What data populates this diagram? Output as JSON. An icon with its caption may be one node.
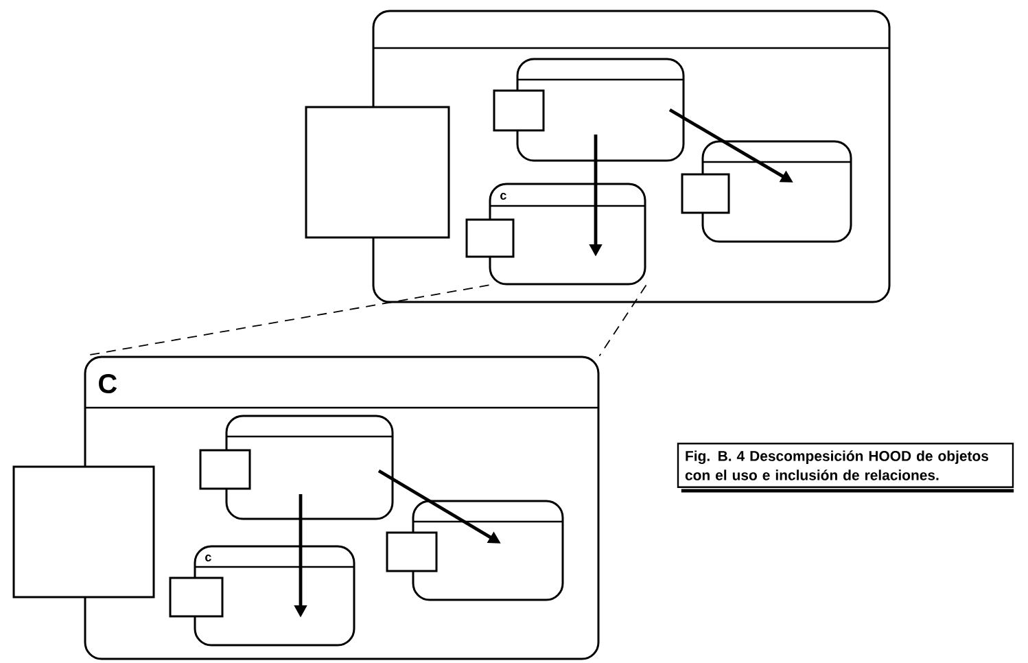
{
  "diagram": {
    "caption": "Fig. B. 4  Descompesición HOOD de objetos con el uso e inclusión de relaciones.",
    "nodes": [
      {
        "text": [],
        "shape": "box"
      },
      {
        "text": [],
        "shape": "box"
      },
      {
        "text": [],
        "shape": "box",
        "in": 0
      },
      {
        "text": [],
        "shape": "box",
        "in": 0
      },
      {
        "text": [
          "c"
        ],
        "in": 0
      },
      {
        "text": [],
        "shape": "box",
        "in": 0
      },
      {
        "text": [],
        "shape": "box",
        "in": 0
      },
      {
        "text": [],
        "shape": "box",
        "in": 0
      },
      {
        "text": [
          "C"
        ]
      },
      {
        "text": [],
        "shape": "box"
      },
      {
        "text": [],
        "shape": "box",
        "in": 8
      },
      {
        "text": [],
        "shape": "box",
        "in": 8
      },
      {
        "text": [
          "c"
        ],
        "in": 8
      },
      {
        "text": [],
        "shape": "box",
        "in": 8
      },
      {
        "text": [],
        "shape": "box",
        "in": 8
      },
      {
        "text": [],
        "shape": "box",
        "in": 8
      }
    ],
    "edges": [
      {
        "from": 2,
        "to": 4,
        "arrow": "to"
      },
      {
        "from": 2,
        "to": 6,
        "arrow": "to"
      },
      {
        "from": 4,
        "to": 8,
        "arrow": "none",
        "style": "dashed"
      },
      {
        "from": 4,
        "to": 8,
        "arrow": "none",
        "style": "dashed"
      },
      {
        "from": 10,
        "to": 12,
        "arrow": "to"
      },
      {
        "from": 10,
        "to": 14,
        "arrow": "to"
      }
    ]
  }
}
